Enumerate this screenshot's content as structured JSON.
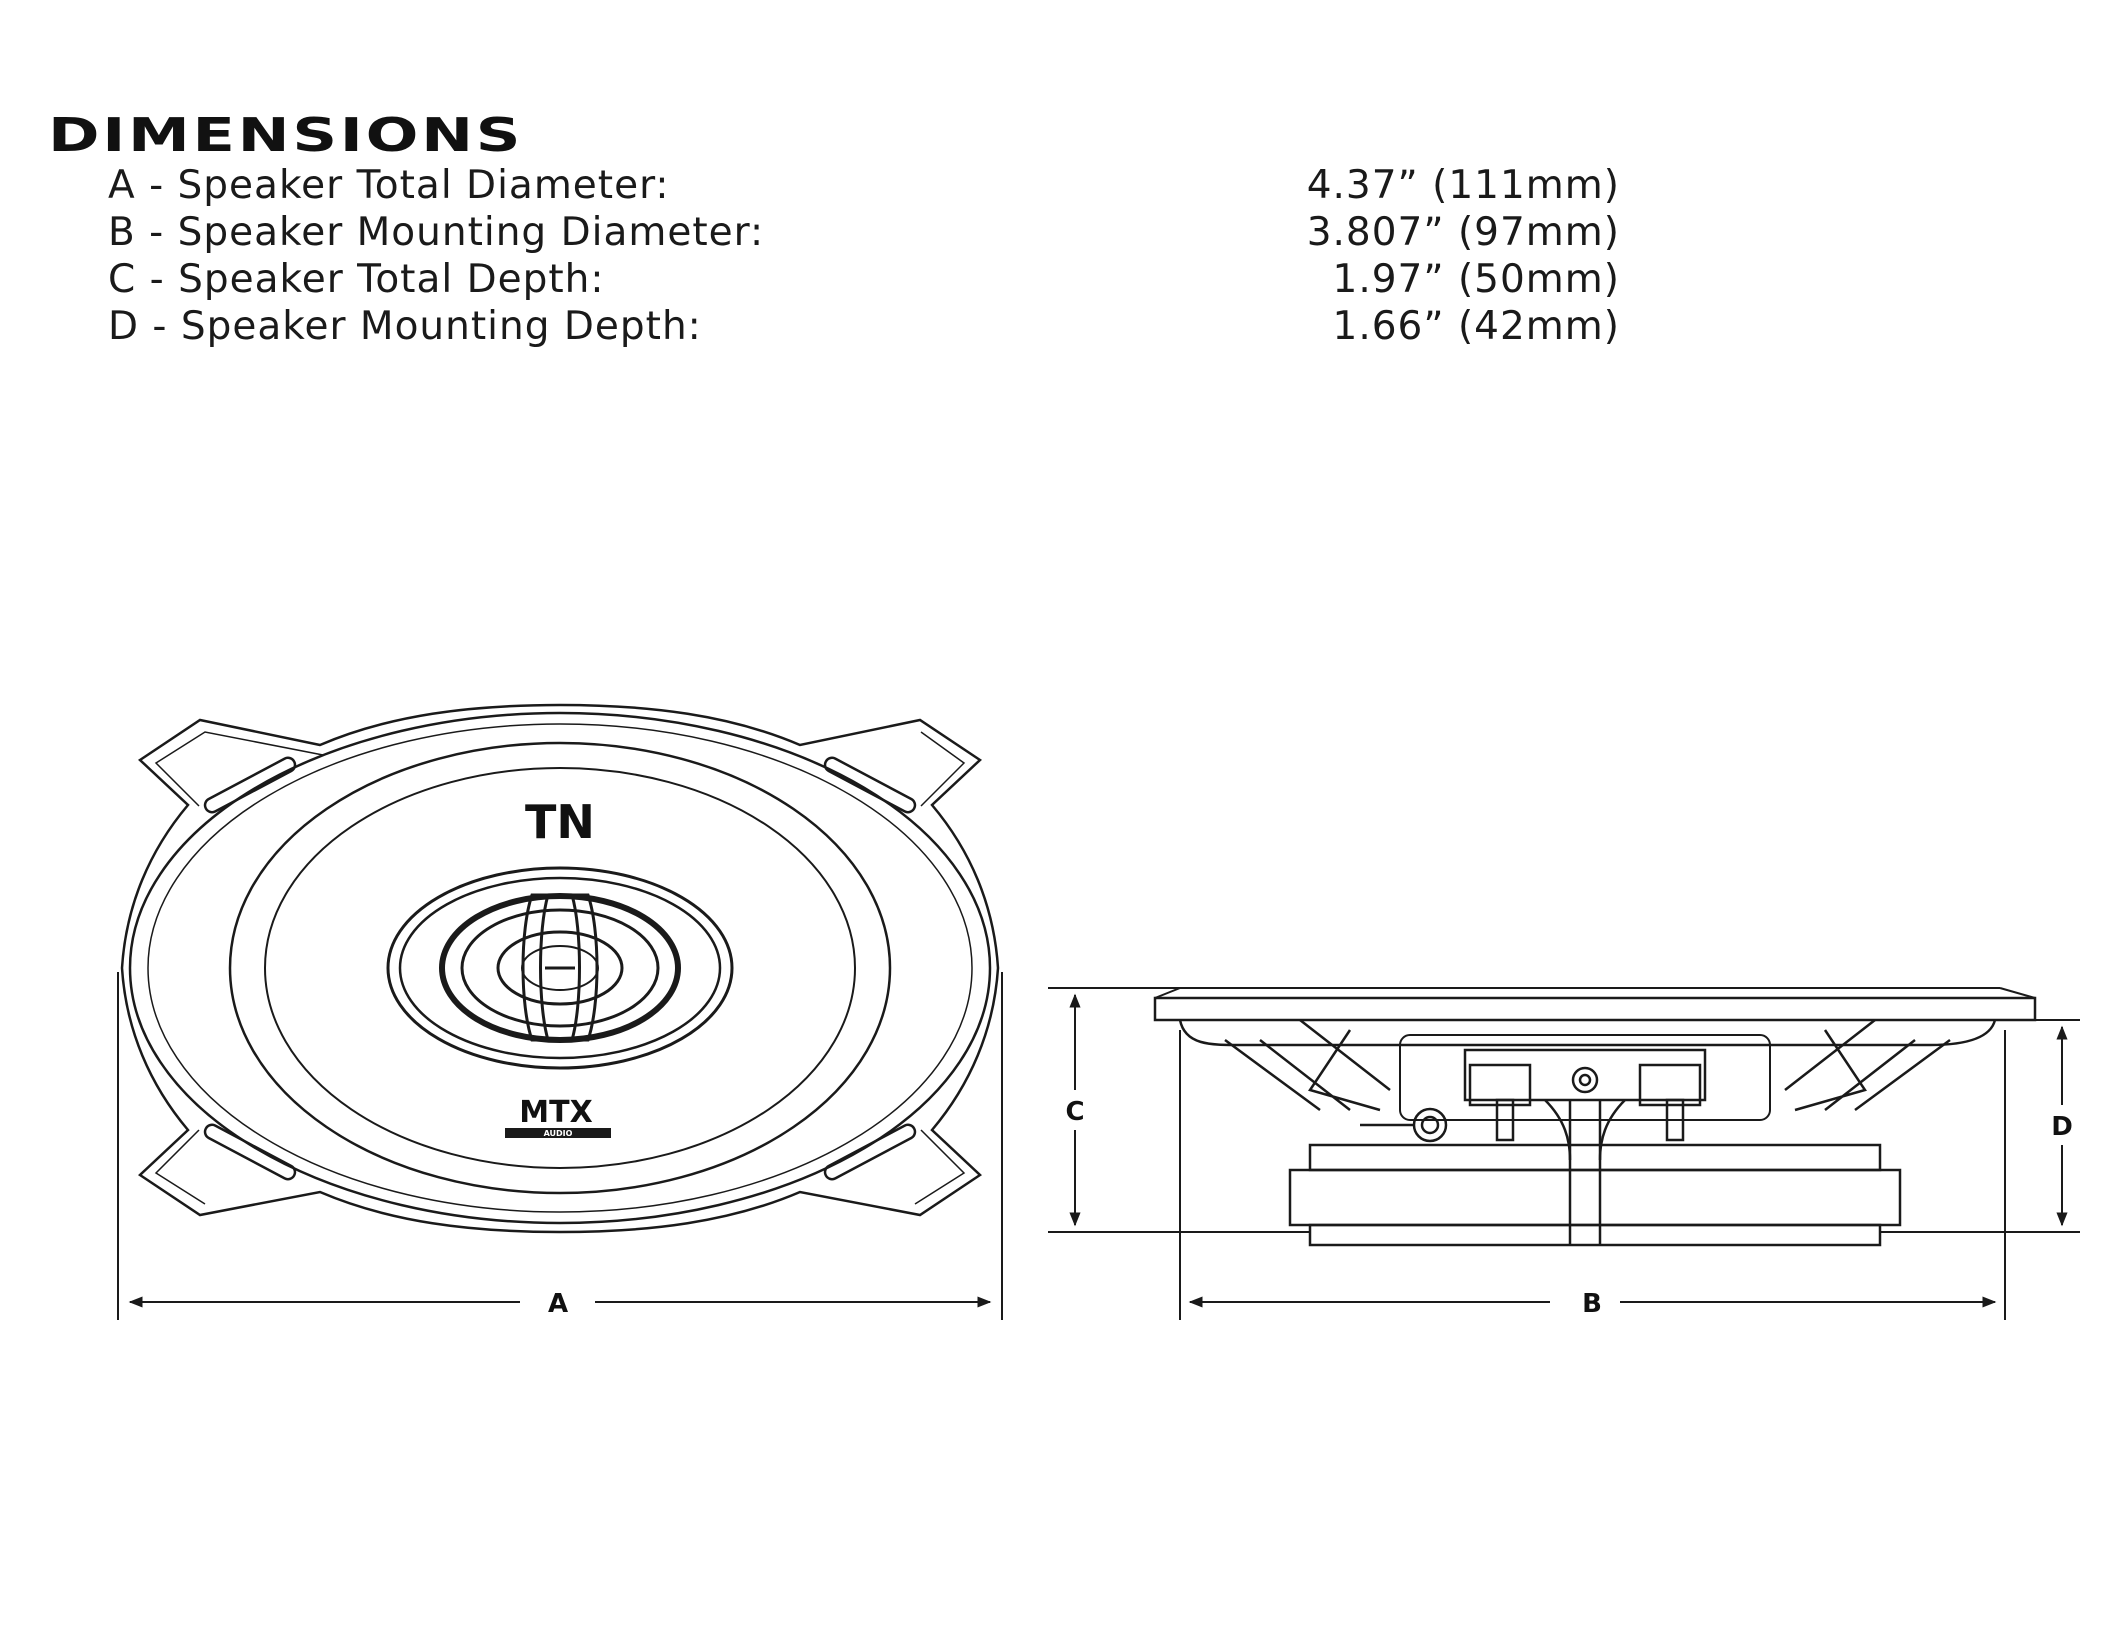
{
  "heading": "DIMENSIONS",
  "specs": [
    {
      "label": "A - Speaker Total Diameter:",
      "value": "4.37” (111mm)"
    },
    {
      "label": "B - Speaker Mounting Diameter:",
      "value": "3.807” (97mm)"
    },
    {
      "label": "C - Speaker Total Depth:",
      "value": "1.97” (50mm)"
    },
    {
      "label": "D - Speaker Mounting Depth:",
      "value": "1.66” (42mm)"
    }
  ],
  "dimension_letters": {
    "a": "A",
    "b": "B",
    "c": "C",
    "d": "D"
  },
  "logos": {
    "tn": "TN",
    "mtx": "MTX",
    "mtx_sub": "AUDIO"
  },
  "colors": {
    "line": "#1a1a1a",
    "background": "#ffffff"
  }
}
